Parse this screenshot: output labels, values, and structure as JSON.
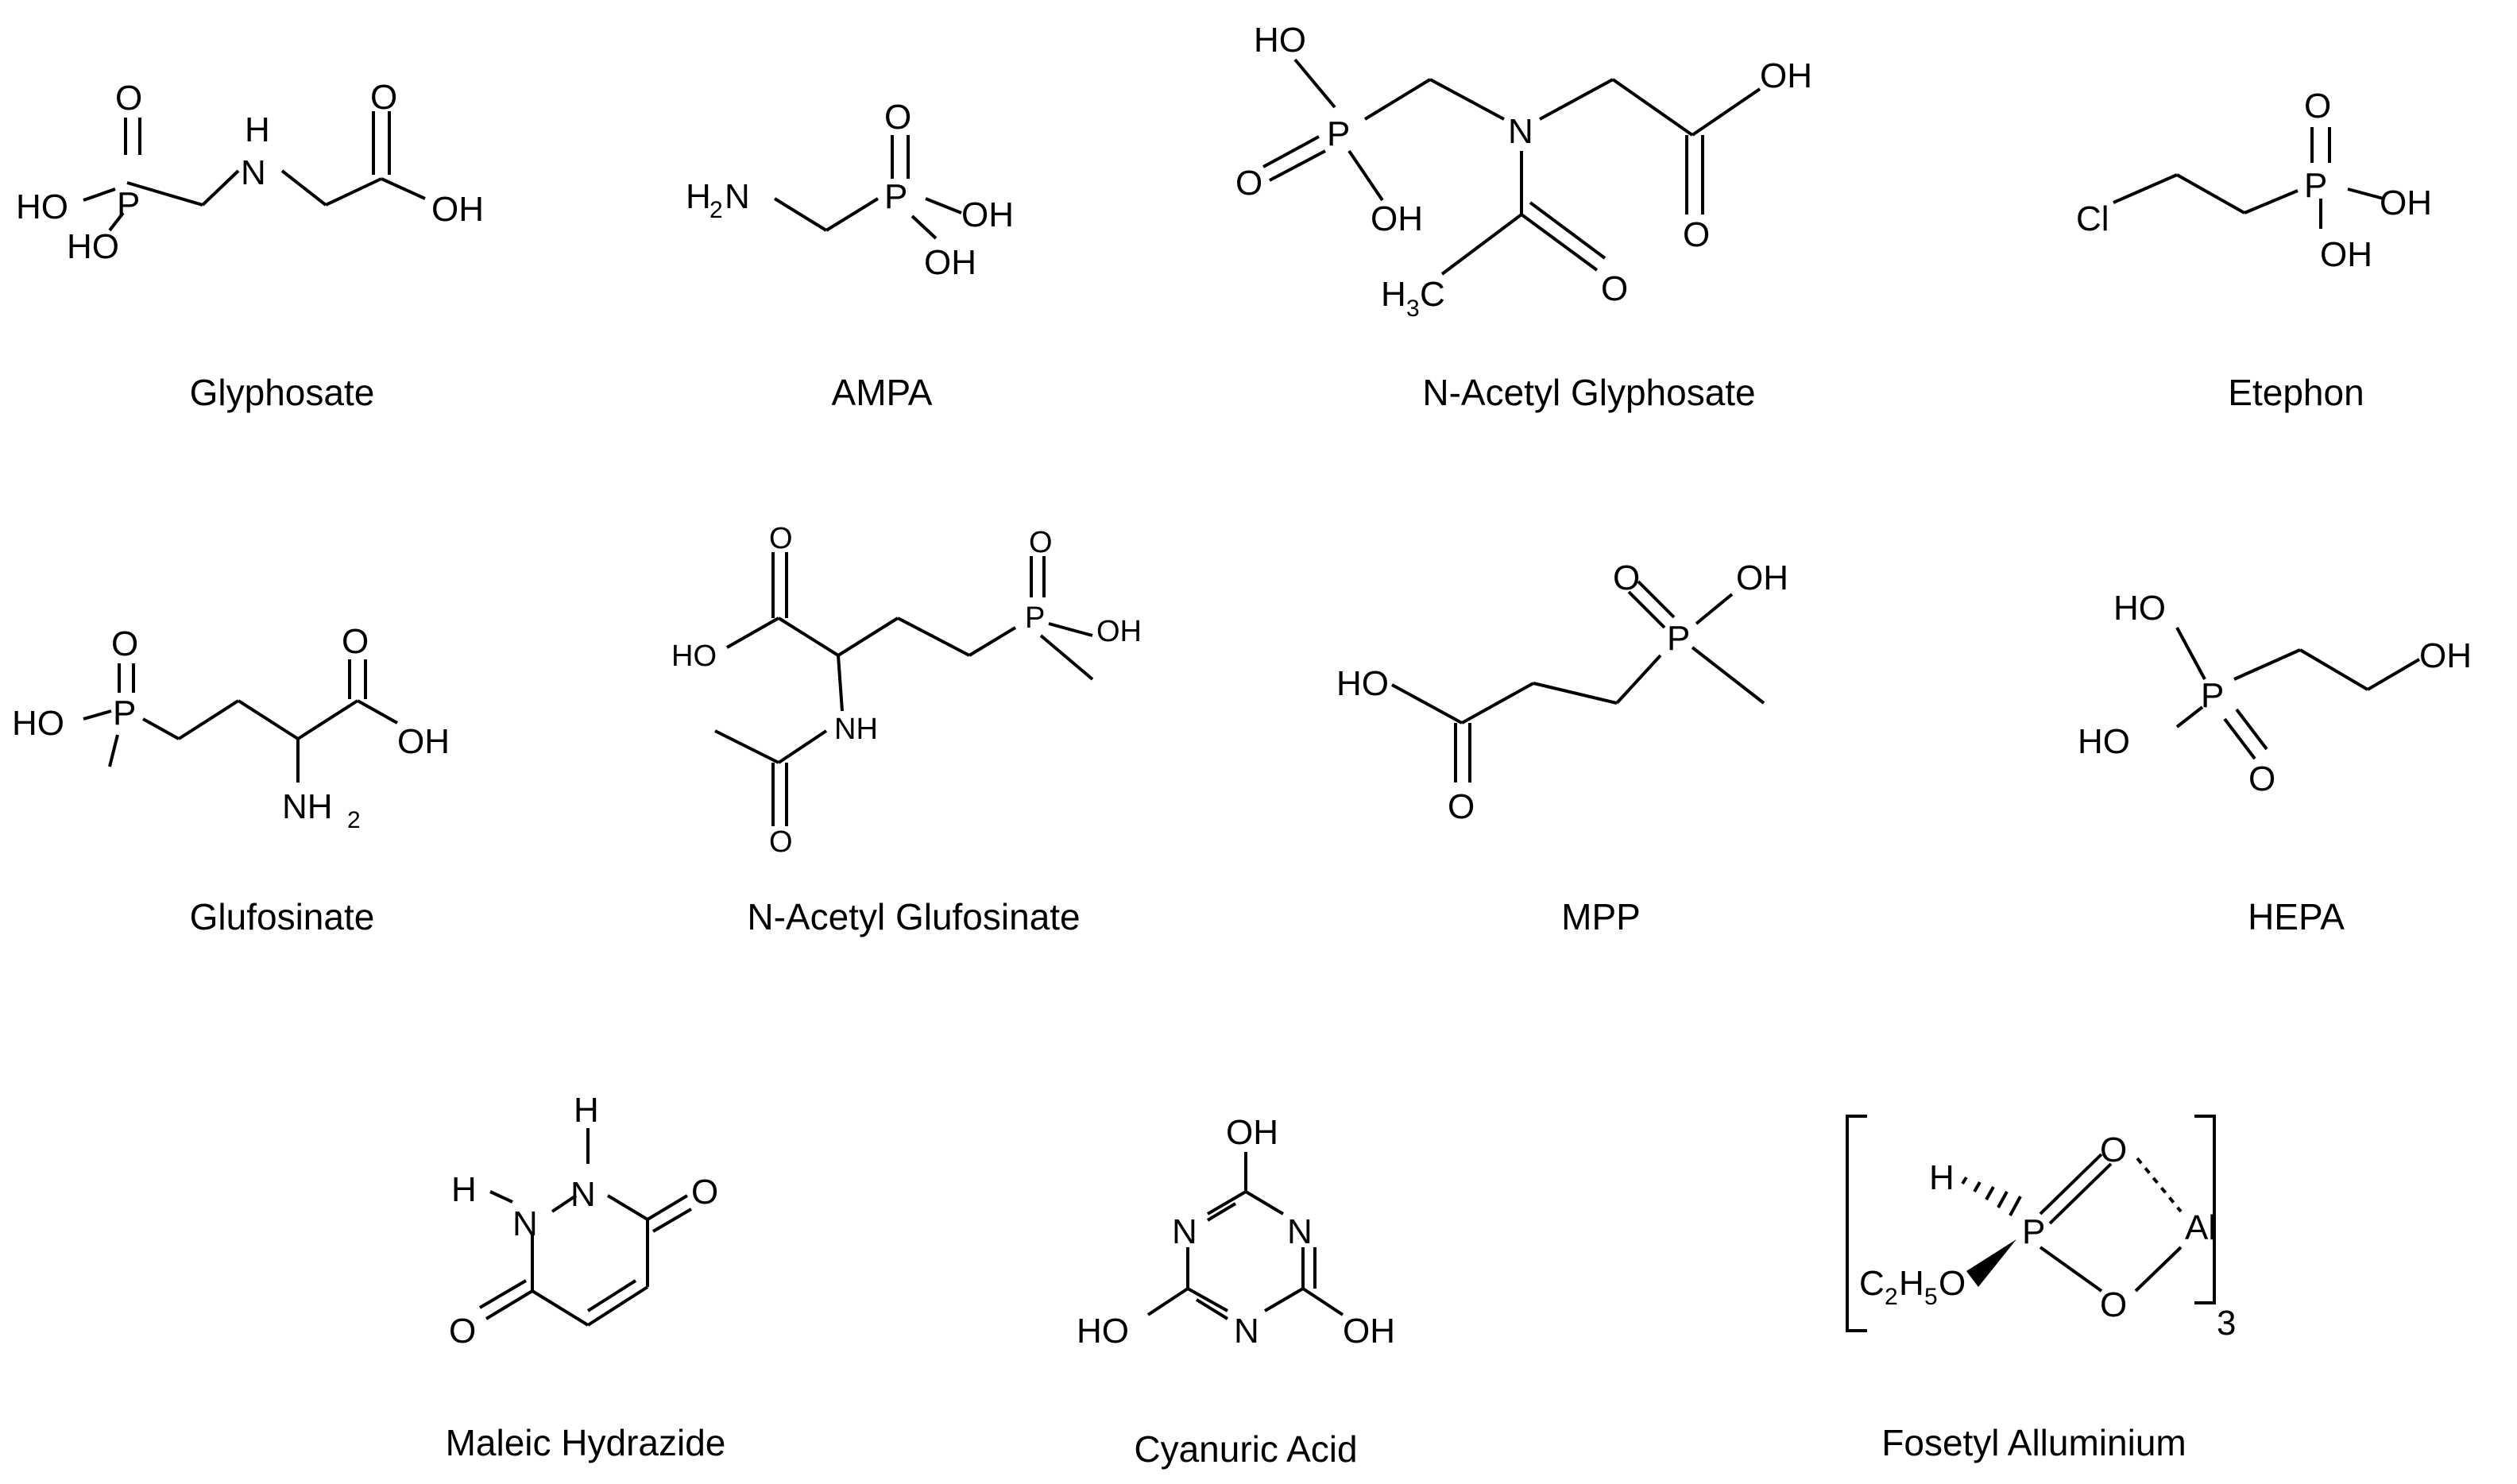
{
  "compounds": [
    {
      "name": "Glyphosate"
    },
    {
      "name": "AMPA"
    },
    {
      "name": "N-Acetyl Glyphosate"
    },
    {
      "name": "Etephon"
    },
    {
      "name": "Glufosinate"
    },
    {
      "name": "N-Acetyl Glufosinate"
    },
    {
      "name": "MPP"
    },
    {
      "name": "HEPA"
    },
    {
      "name": "Maleic Hydrazide"
    },
    {
      "name": "Cyanuric Acid"
    },
    {
      "name": "Fosetyl Alluminium"
    }
  ],
  "atoms": {
    "O": "O",
    "OH": "OH",
    "HO": "HO",
    "H": "H",
    "N": "N",
    "NH": "NH",
    "P": "P",
    "Cl": "Cl",
    "Al": "Al",
    "C": "C",
    "H2N_H": "H",
    "H2N_2": "2",
    "H2N_N": "N",
    "NH2_NH": "NH",
    "NH2_2": "2",
    "H3C_H": "H",
    "H3C_3": "3",
    "H3C_C": "C",
    "C2H5O_C": "C",
    "C2H5O_2": "2",
    "C2H5O_H": "H",
    "C2H5O_5": "5",
    "C2H5O_O": "O",
    "bracket_subscript": "3"
  }
}
